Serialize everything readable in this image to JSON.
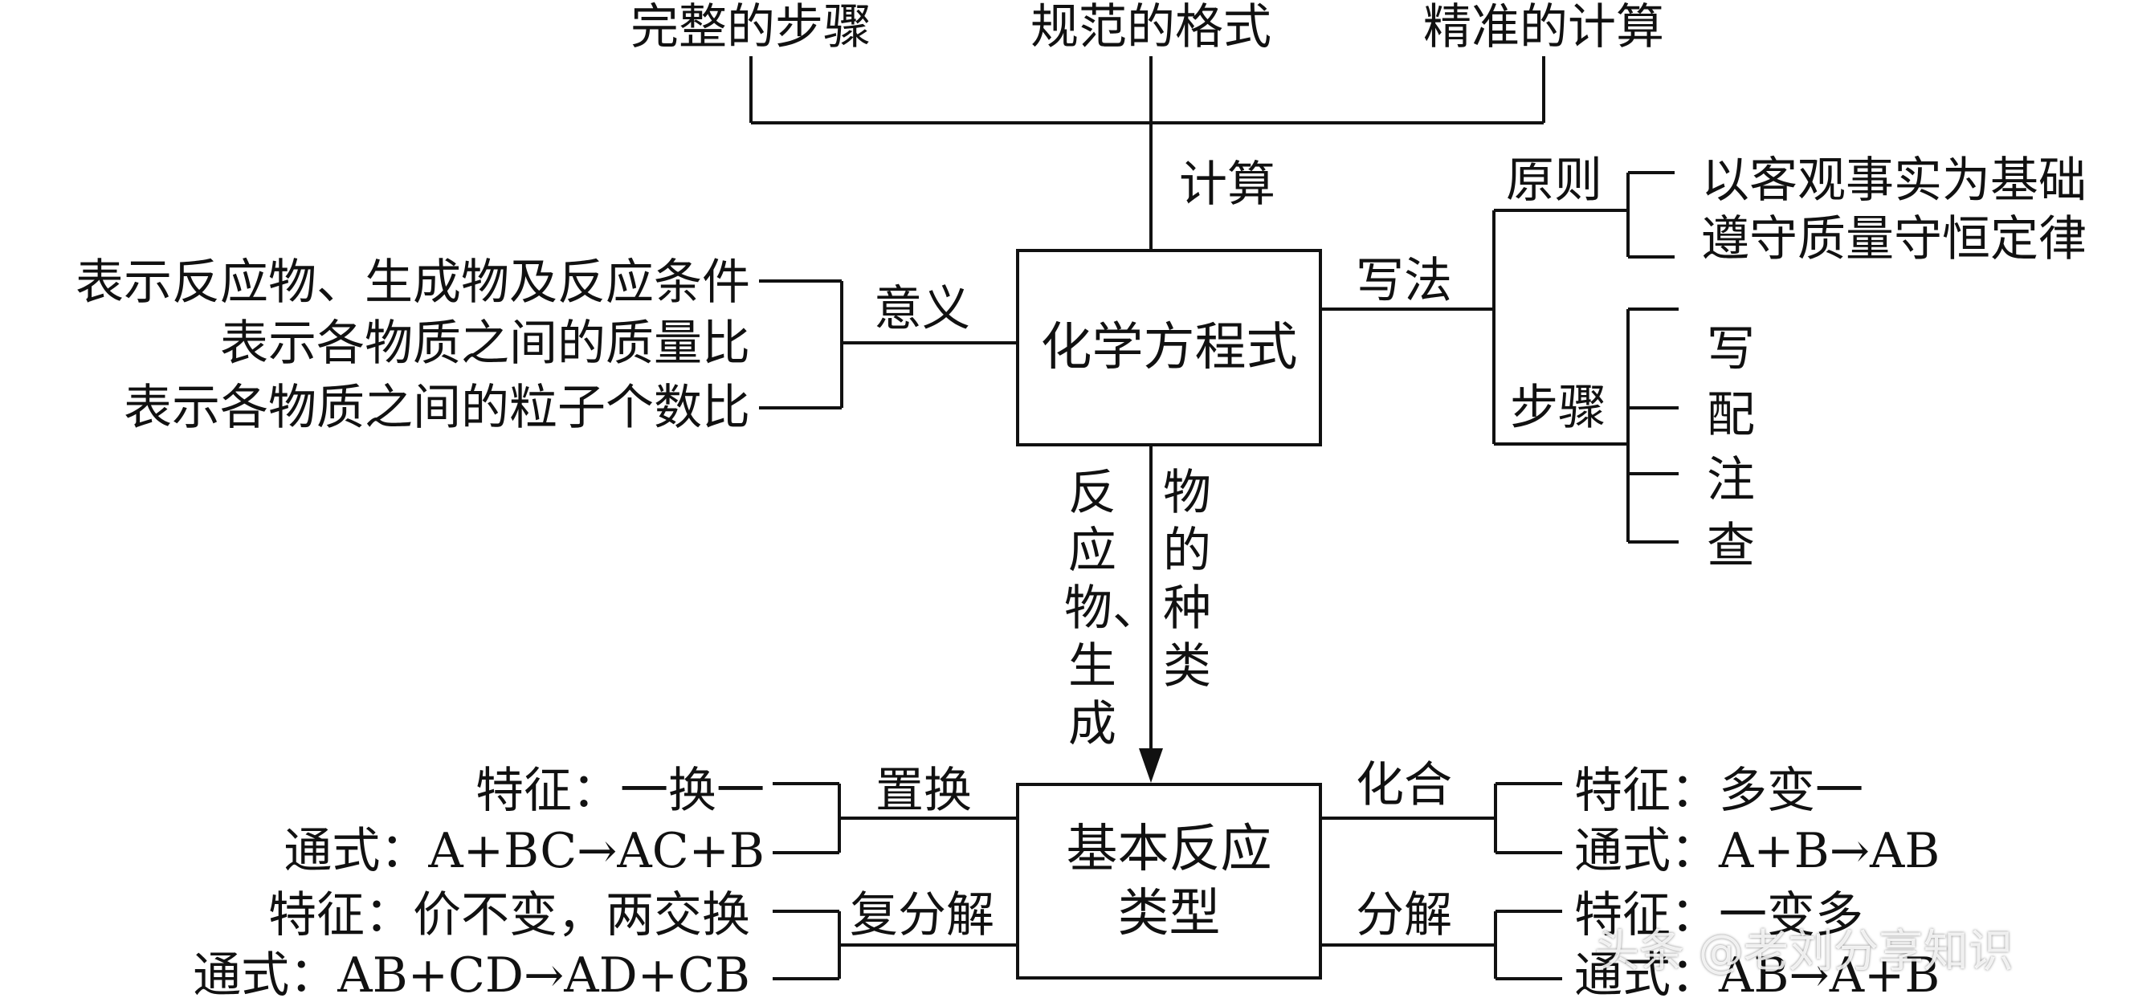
{
  "top": {
    "items": [
      "完整的步骤",
      "规范的格式",
      "精准的计算"
    ],
    "connector_label": "计算"
  },
  "center": {
    "title": "化学方程式"
  },
  "meaning": {
    "label": "意义",
    "items": [
      "表示反应物、生成物及反应条件",
      "表示各物质之间的质量比",
      "表示各物质之间的粒子个数比"
    ]
  },
  "writing": {
    "label": "写法",
    "principle": {
      "label": "原则",
      "items": [
        "以客观事实为基础",
        "遵守质量守恒定律"
      ]
    },
    "steps": {
      "label": "步骤",
      "items": [
        "写",
        "配",
        "注",
        "查"
      ]
    }
  },
  "arrow_labels": {
    "left": "反\n应\n物、\n生\n成",
    "right": "物\n的\n种\n类"
  },
  "reaction_types": {
    "title_line1": "基本反应",
    "title_line2": "类型",
    "displacement": {
      "label": "置换",
      "feature": "特征：一换一",
      "formula": "通式：A+BC→AC+B"
    },
    "double_decomposition": {
      "label": "复分解",
      "feature": "特征：价不变，两交换",
      "formula": "通式：AB+CD→AD+CB"
    },
    "combination": {
      "label": "化合",
      "feature": "特征：多变一",
      "formula": "通式：A+B→AB"
    },
    "decomposition": {
      "label": "分解",
      "feature": "特征：一变多",
      "formula": "通式：AB→A+B"
    }
  },
  "watermark": "头条 @老刘分享知识",
  "colors": {
    "line": "#111111",
    "background": "#ffffff"
  }
}
